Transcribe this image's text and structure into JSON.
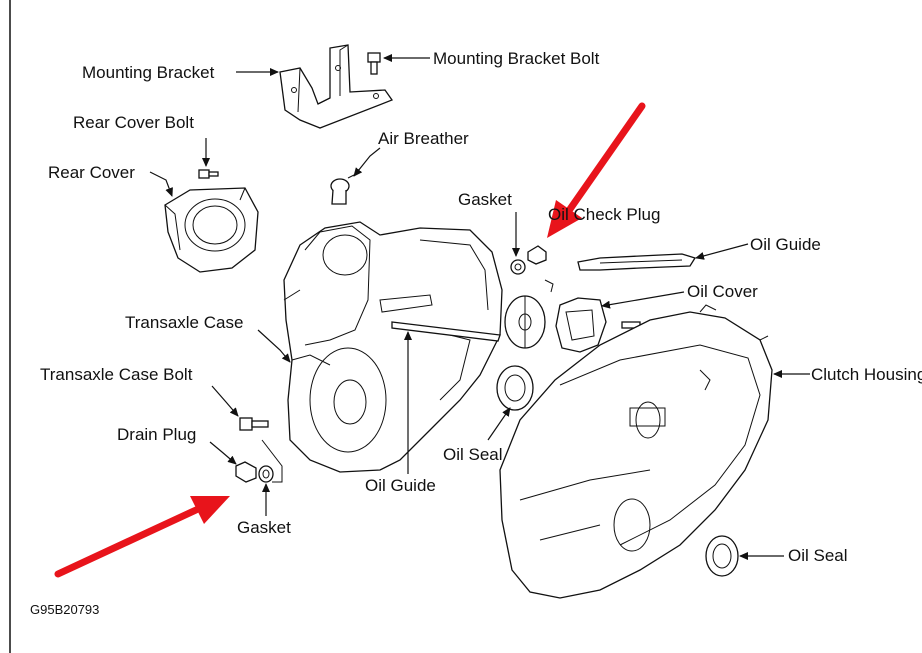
{
  "diagram": {
    "code": "G95B20793",
    "labels": {
      "mounting_bracket": "Mounting Bracket",
      "mounting_bracket_bolt": "Mounting Bracket Bolt",
      "rear_cover_bolt": "Rear Cover Bolt",
      "rear_cover": "Rear Cover",
      "air_breather": "Air Breather",
      "gasket_top": "Gasket",
      "oil_check_plug": "Oil Check Plug",
      "oil_guide_top": "Oil Guide",
      "oil_cover": "Oil Cover",
      "transaxle_case": "Transaxle Case",
      "clutch_housing": "Clutch Housing",
      "transaxle_case_bolt": "Transaxle Case Bolt",
      "drain_plug": "Drain Plug",
      "oil_seal_mid": "Oil Seal",
      "oil_guide_bottom": "Oil Guide",
      "gasket_bottom": "Gasket",
      "oil_seal_bottom": "Oil Seal"
    },
    "colors": {
      "arrow": "#e8141b",
      "ink": "#111111"
    }
  }
}
